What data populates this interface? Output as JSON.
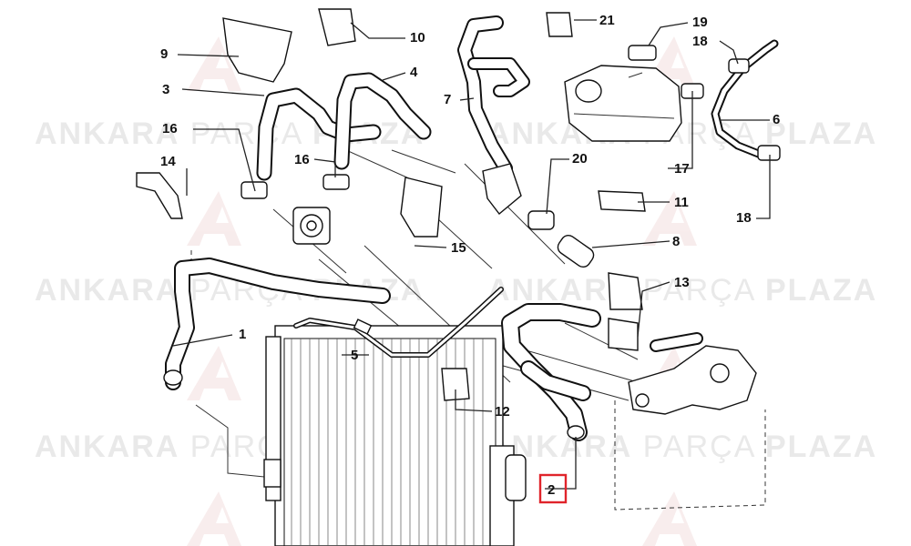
{
  "watermark": {
    "brand_bold_1": "ANKARA",
    "brand_light": "PARÇA",
    "brand_bold_2": "PLAZA",
    "logo_mark": "AP",
    "accent_color": "#e0242b"
  },
  "callouts": [
    {
      "id": "1",
      "label": "1"
    },
    {
      "id": "2",
      "label": "2",
      "highlighted": true
    },
    {
      "id": "3",
      "label": "3"
    },
    {
      "id": "4",
      "label": "4"
    },
    {
      "id": "5",
      "label": "5"
    },
    {
      "id": "6",
      "label": "6"
    },
    {
      "id": "7",
      "label": "7"
    },
    {
      "id": "8",
      "label": "8"
    },
    {
      "id": "9",
      "label": "9"
    },
    {
      "id": "10",
      "label": "10"
    },
    {
      "id": "11",
      "label": "11"
    },
    {
      "id": "12",
      "label": "12"
    },
    {
      "id": "13",
      "label": "13"
    },
    {
      "id": "14",
      "label": "14"
    },
    {
      "id": "15",
      "label": "15"
    },
    {
      "id": "16a",
      "label": "16"
    },
    {
      "id": "16b",
      "label": "16"
    },
    {
      "id": "17",
      "label": "17"
    },
    {
      "id": "18a",
      "label": "18"
    },
    {
      "id": "18b",
      "label": "18"
    },
    {
      "id": "19",
      "label": "19"
    },
    {
      "id": "20",
      "label": "20"
    },
    {
      "id": "21",
      "label": "21"
    }
  ]
}
